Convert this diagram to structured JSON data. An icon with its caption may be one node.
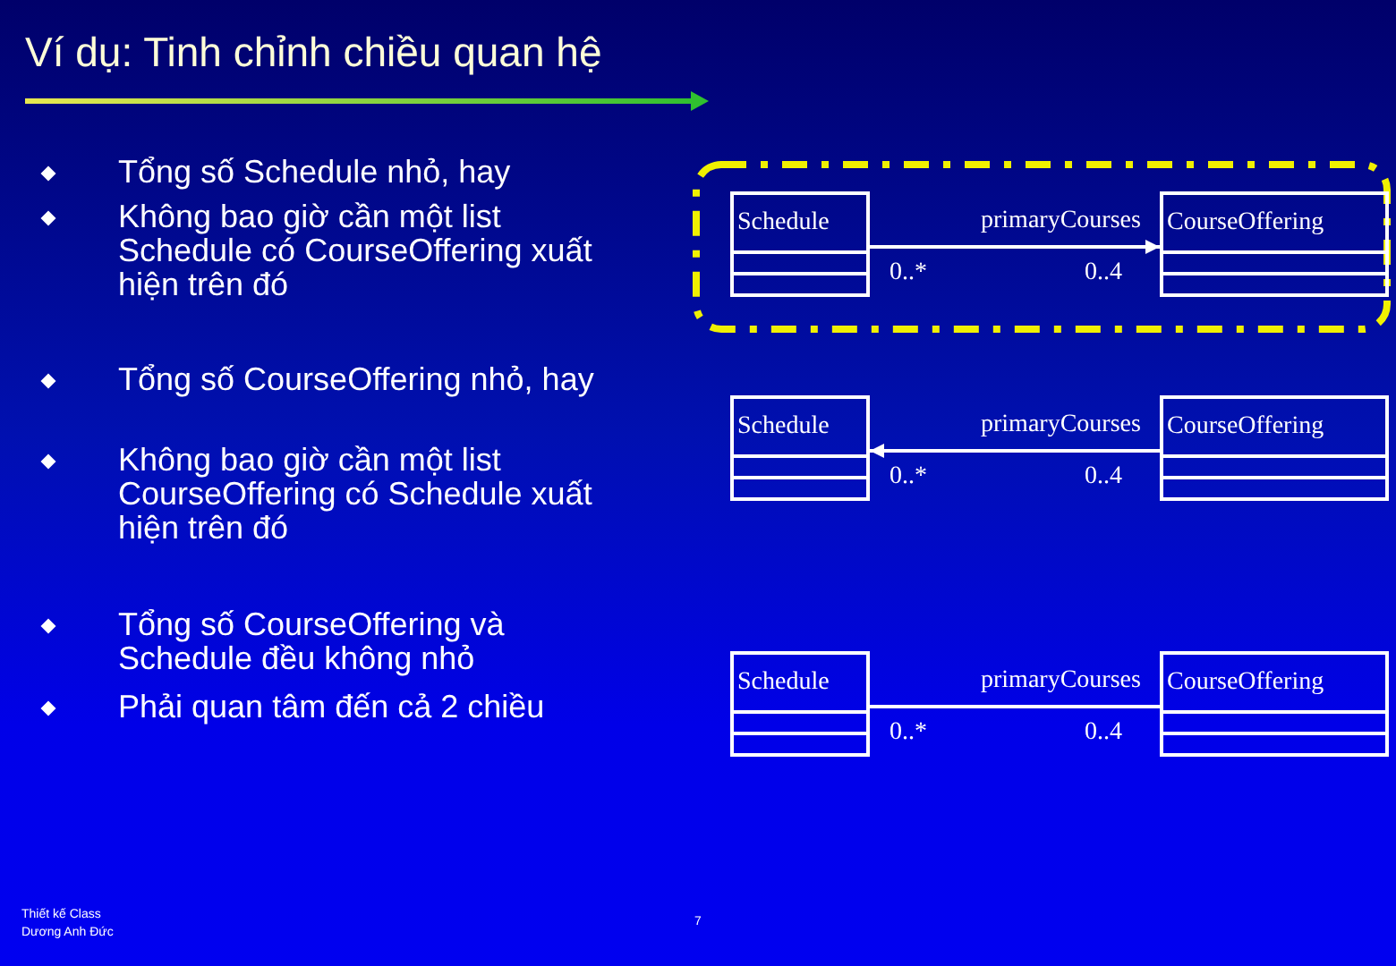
{
  "diagram": {
    "title": "Ví dụ: Tinh chỉnh chiều quan hệ",
    "nodes": [
      {
        "text": [
          "Schedule"
        ]
      },
      {
        "text": [
          "CourseOffering"
        ]
      },
      {
        "text": [
          "Schedule"
        ]
      },
      {
        "text": [
          "CourseOffering"
        ]
      },
      {
        "text": [
          "Schedule"
        ]
      },
      {
        "text": [
          "CourseOffering"
        ]
      }
    ],
    "edges": [
      {
        "from": 0,
        "to": 1,
        "arrow": "to",
        "label": "primaryCourses"
      },
      {
        "from": 3,
        "to": 2,
        "arrow": "to",
        "label": "primaryCourses"
      },
      {
        "from": 4,
        "to": 5,
        "arrow": "none",
        "label": "primaryCourses"
      }
    ],
    "labels": [
      "Tổng số Schedule nhỏ, hay",
      "Không bao giờ cần một list Schedule có CourseOffering xuất hiện trên đó",
      "0..*",
      "0..4",
      "Tổng số CourseOffering nhỏ, hay",
      "Không bao giờ cần một list CourseOffering có Schedule xuất hiện trên đó",
      "0..*",
      "0..4",
      "Tổng số CourseOffering và Schedule đều không nhỏ",
      "Phải quan tâm đến cả 2 chiều",
      "0..*",
      "0..4",
      "Thiết kế Class",
      "Dương Anh Đức",
      "7"
    ]
  }
}
